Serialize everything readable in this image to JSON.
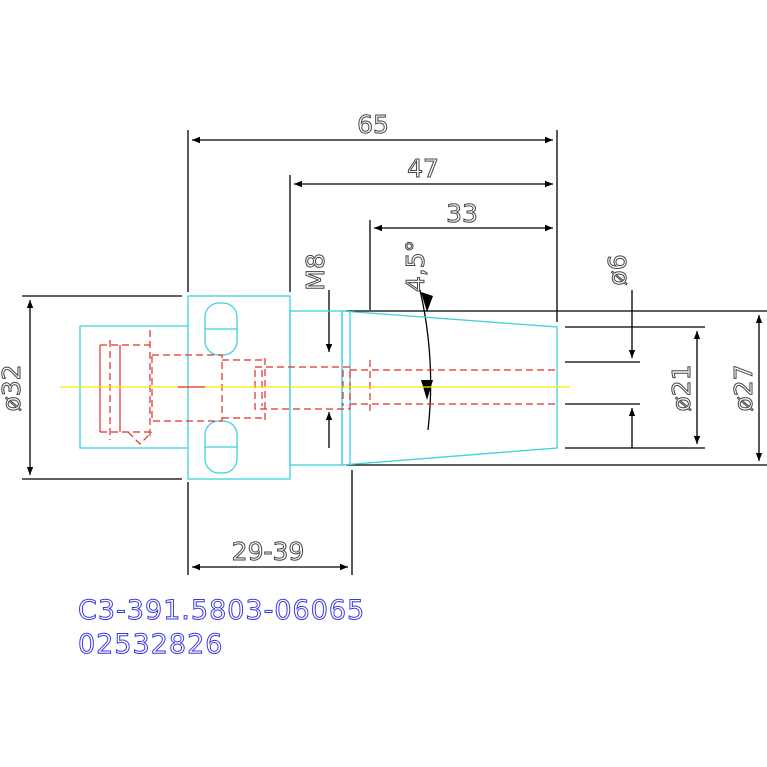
{
  "dimensions": {
    "length_65": "65",
    "length_47": "47",
    "length_33": "33",
    "thread": "M8",
    "taper_angle": "4,5°",
    "diameter_32": "ø32",
    "diameter_6": "ø6",
    "diameter_21": "ø21",
    "diameter_27": "ø27",
    "range_29_39": "29-39"
  },
  "part": {
    "code": "C3-391.5803-06065",
    "number": "02532826"
  },
  "colors": {
    "outline": "#3fd0e0",
    "hidden": "#e0302a",
    "centerline": "#ffe600",
    "dimension": "#000000",
    "code_text": "#3a3adc"
  }
}
